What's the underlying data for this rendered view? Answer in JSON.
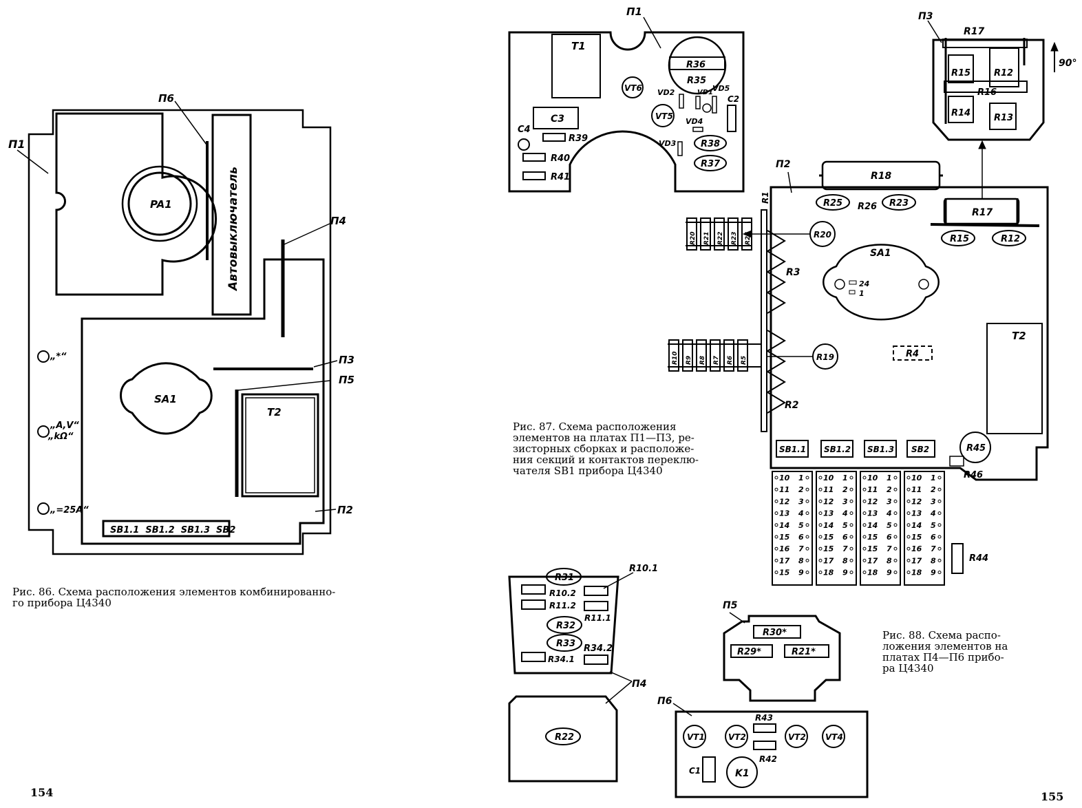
{
  "page": {
    "left_number": "154",
    "right_number": "155"
  },
  "captions": {
    "fig86_line1": "Рис. 86. Схема расположения элементов комбинированно-",
    "fig86_line2": "го прибора Ц4340",
    "fig87_line1": "Рис. 87. Схема расположения",
    "fig87_line2": "элементов на платах П1—П3, ре-",
    "fig87_line3": "зисторных сборках и расположе-",
    "fig87_line4": "ния секций и контактов переклю-",
    "fig87_line5": "чателя SB1 прибора Ц4340",
    "fig88_line1": "Рис. 88. Схема распо-",
    "fig88_line2": "ложения элементов на",
    "fig88_line3": "платах П4—П6 прибо-",
    "fig88_line4": "ра Ц4340"
  },
  "fig86": {
    "labels": {
      "p1": "П1",
      "p6": "П6",
      "p4": "П4",
      "p3": "П3",
      "p5": "П5",
      "p2": "П2",
      "pa1": "PA1",
      "sa1": "SA1",
      "t2": "T2",
      "switch": "Автовыключатель",
      "term1": "„*“",
      "term2a": "„А,V“",
      "term2b": "„kΩ“",
      "term3": "„=25А“",
      "sb_row": "SB1.1  SB1.2  SB1.3  SB2"
    }
  },
  "fig87": {
    "p1_board": {
      "p1": "П1",
      "t1": "T1",
      "vt6": "VT6",
      "r36": "R36",
      "r35": "R35",
      "vd2": "VD2",
      "vd1": "VD1",
      "vd5": "VD5",
      "c2": "C2",
      "vt5": "VT5",
      "vd4": "VD4",
      "vd3": "VD3",
      "r38": "R38",
      "r37": "R37",
      "c4": "C4",
      "c3": "C3",
      "r39": "R39",
      "r40": "R40",
      "r41": "R41"
    },
    "p3_board": {
      "p3": "П3",
      "r17top": "R17",
      "deg": "90°",
      "r15": "R15",
      "r12": "R12",
      "r16": "R16",
      "r14": "R14",
      "r13": "R13"
    },
    "p2_board": {
      "p2": "П2",
      "r1": "R1",
      "r18": "R18",
      "r25": "R25",
      "r26": "R26",
      "r23": "R23",
      "r17": "R17",
      "r15": "R15",
      "r12": "R12",
      "r20": "R20",
      "r3": "R3",
      "sa1": "SA1",
      "n24": "24",
      "n1": "1",
      "r19": "R19",
      "r4": "R4",
      "t2": "T2",
      "r2": "R2",
      "r45": "R45",
      "r46": "R46",
      "r44": "R44",
      "sb": [
        "SB1.1",
        "SB1.2",
        "SB1.3",
        "SB2"
      ]
    },
    "assembly_top": [
      "R20",
      "R21",
      "R22",
      "R23",
      "R24"
    ],
    "assembly_bottom": [
      "R10",
      "R9",
      "R8",
      "R7",
      "R6",
      "R5"
    ],
    "contact_columns": [
      {
        "left": [
          "10",
          "11",
          "12",
          "13",
          "14",
          "15",
          "16",
          "17",
          "15"
        ],
        "right": [
          "1",
          "2",
          "3",
          "4",
          "5",
          "6",
          "7",
          "8",
          "9"
        ]
      },
      {
        "left": [
          "10",
          "11",
          "12",
          "13",
          "14",
          "15",
          "15",
          "17",
          "18"
        ],
        "right": [
          "1",
          "2",
          "3",
          "4",
          "5",
          "6",
          "7",
          "8",
          "9"
        ]
      },
      {
        "left": [
          "10",
          "11",
          "12",
          "13",
          "14",
          "15",
          "15",
          "17",
          "18"
        ],
        "right": [
          "1",
          "2",
          "3",
          "4",
          "5",
          "6",
          "7",
          "8",
          "9"
        ]
      },
      {
        "left": [
          "10",
          "11",
          "12",
          "13",
          "14",
          "15",
          "16",
          "17",
          "18"
        ],
        "right": [
          "1",
          "2",
          "3",
          "4",
          "5",
          "6",
          "7",
          "8",
          "9"
        ]
      }
    ]
  },
  "fig88": {
    "p4_board": {
      "r31": "R31",
      "r101": "R10.1",
      "r102": "R10.2",
      "r112": "R11.2",
      "r111": "R11.1",
      "r32": "R32",
      "r33": "R33",
      "r342": "R34.2",
      "r341": "R34.1",
      "p4": "П4",
      "r22": "R22"
    },
    "p5_board": {
      "p5": "П5",
      "r30": "R30*",
      "r29": "R29*",
      "r21": "R21*"
    },
    "p6_board": {
      "p6": "П6",
      "vt1": "VT1",
      "vt2a": "VT2",
      "r43": "R43",
      "vt2b": "VT2",
      "vt4": "VT4",
      "c1": "C1",
      "k1": "K1",
      "r42": "R42"
    }
  }
}
